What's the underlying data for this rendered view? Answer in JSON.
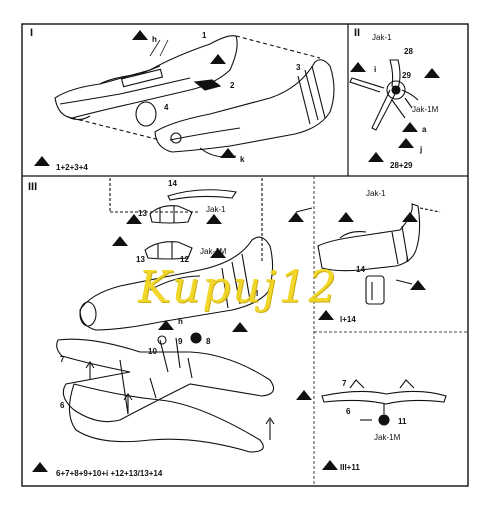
{
  "sections": {
    "I": {
      "roman": "I",
      "sequence": "1+2+3+4",
      "parts": [
        "1",
        "2",
        "3",
        "4",
        "h",
        "k"
      ]
    },
    "II": {
      "roman": "II",
      "variant_top": "Jak-1",
      "variant_bottom": "Jak-1M",
      "sequence": "28+29",
      "parts": [
        "28",
        "29",
        "i",
        "a",
        "j"
      ]
    },
    "III": {
      "roman": "III",
      "variant_top": "Jak-1",
      "variant_bottom": "Jak-1M",
      "sequence": "6+7+8+9+10+i +12+13/13+14",
      "parts": [
        "14",
        "13",
        "12",
        "7",
        "6",
        "h",
        "9",
        "8",
        "10",
        "l"
      ]
    },
    "detail_jak1": {
      "variant": "Jak-1",
      "sequence": "l+14",
      "parts": [
        "14",
        "l"
      ]
    },
    "detail_jak1m": {
      "variant": "Jak-1M",
      "sequence": "III+11",
      "parts": [
        "7",
        "6",
        "11"
      ]
    }
  },
  "watermark": "Kupuj12",
  "colors": {
    "ink": "#111111",
    "watermark": "#f1d41a",
    "paper": "#ffffff"
  }
}
